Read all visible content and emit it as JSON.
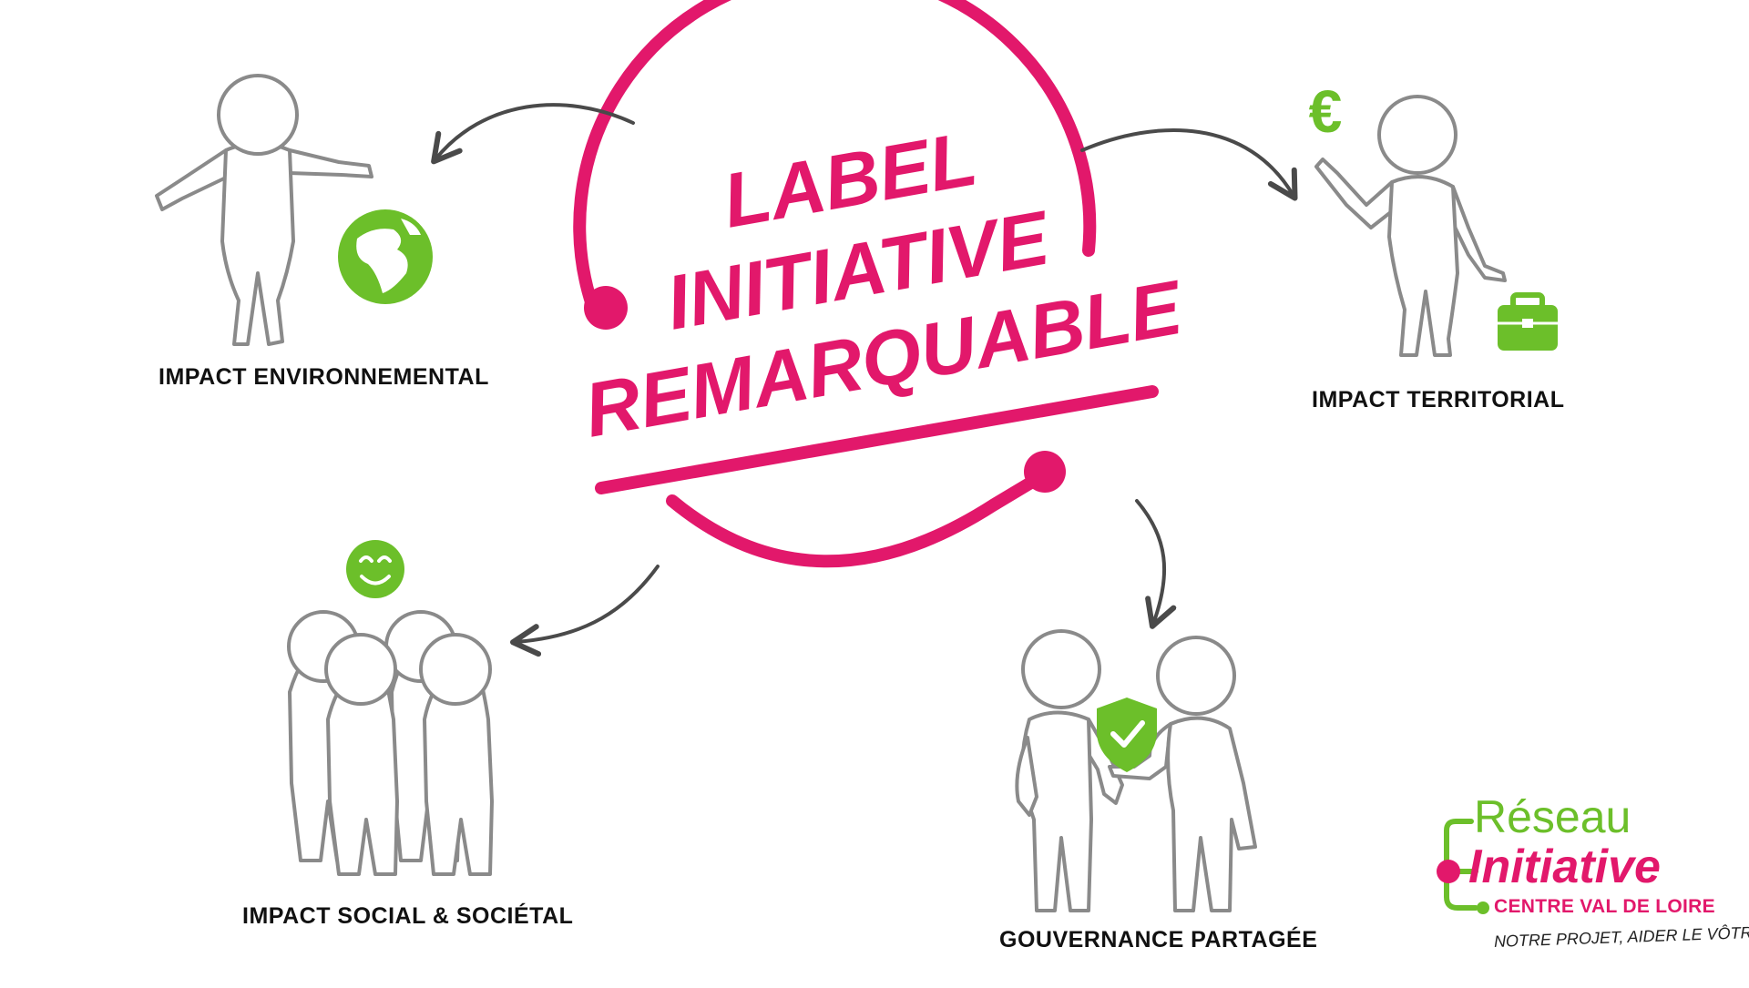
{
  "colors": {
    "accent_pink": "#e2186b",
    "accent_green": "#6cbf2a",
    "figure_stroke": "#8a8a8a",
    "arrow": "#4a4a4a",
    "text": "#111111"
  },
  "central_label": {
    "line1": "LABEL",
    "line2": "INITIATIVE",
    "line3": "REMARQUABLE"
  },
  "captions": {
    "environmental": "IMPACT ENVIRONNEMENTAL",
    "territorial": "IMPACT TERRITORIAL",
    "social": "IMPACT SOCIAL & SOCIÉTAL",
    "governance": "GOUVERNANCE PARTAGÉE"
  },
  "icons": {
    "euro_symbol": "€",
    "environmental": "globe-icon",
    "territorial": "briefcase-icon",
    "social": "smiley-icon",
    "governance": "shield-check-icon"
  },
  "logo": {
    "word1": "Réseau",
    "word2": "Initiative",
    "region": "CENTRE VAL DE LOIRE",
    "tagline": "NOTRE PROJET, AIDER LE VÔTRE"
  }
}
